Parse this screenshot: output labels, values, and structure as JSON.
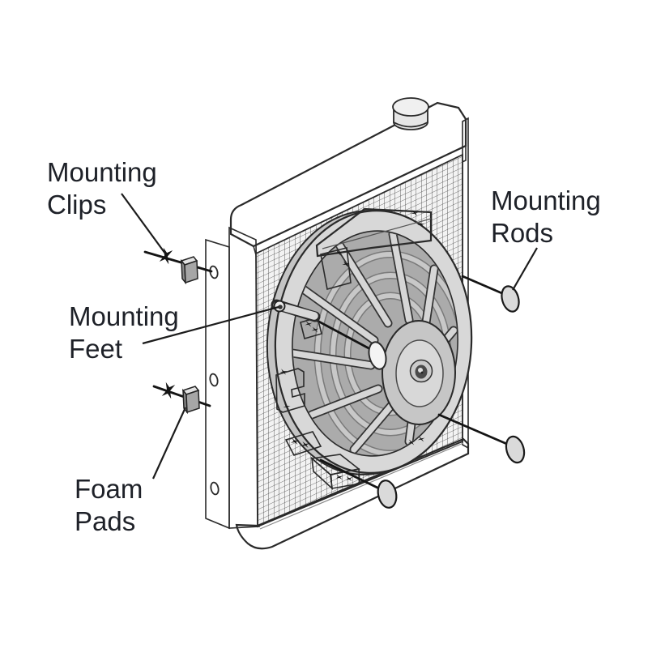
{
  "page": {
    "background": "#ffffff",
    "type": "exploded-parts-diagram",
    "subject": "radiator electric fan mounting kit"
  },
  "colors": {
    "label_text": "#1e2128",
    "line_art": "#2a2a2a",
    "radiator_fill": "#ececec",
    "fan_ring_fill": "#d8d8d8",
    "fan_disc_fill": "#ababab",
    "clip_fill": "#161616"
  },
  "labels": {
    "mounting_clips": {
      "text": "Mounting Clips",
      "lines": [
        "Mounting",
        "Clips"
      ]
    },
    "mounting_feet": {
      "text": "Mounting Feet",
      "lines": [
        "Mounting",
        "Feet"
      ]
    },
    "foam_pads": {
      "text": "Foam Pads",
      "lines": [
        "Foam",
        "Pads"
      ]
    },
    "mounting_rods": {
      "text": "Mounting Rods",
      "lines": [
        "Mounting",
        "Rods"
      ]
    }
  }
}
